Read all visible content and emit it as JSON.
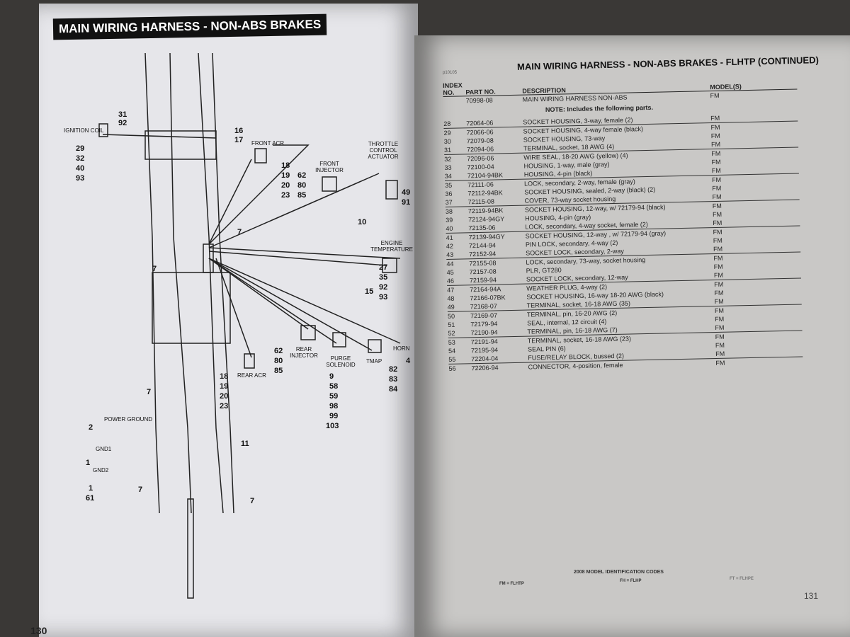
{
  "left_page": {
    "title": "MAIN WIRING HARNESS - NON-ABS BRAKES",
    "page_number": "130",
    "labels": {
      "ignition_coil": "IGNITION COIL",
      "ign_nums": [
        "31",
        "92",
        "29",
        "32",
        "40",
        "93"
      ],
      "front_acr": "FRONT ACR",
      "front_acr_nums": [
        "18",
        "19",
        "20",
        "23"
      ],
      "front_injector": "FRONT INJECTOR",
      "front_inj_nums": [
        "62",
        "80",
        "85"
      ],
      "throttle": "THROTTLE CONTROL ACTUATOR",
      "throttle_nums": [
        "49",
        "91"
      ],
      "n16": "16",
      "n17": "17",
      "n10": "10",
      "n7": "7",
      "engine_temp": "ENGINE TEMPERATURE",
      "et_nums": [
        "27",
        "35",
        "92",
        "93"
      ],
      "n15": "15",
      "rear_injector": "REAR INJECTOR",
      "rear_inj_nums": [
        "62",
        "80",
        "85"
      ],
      "purge": "PURGE SOLENOID",
      "purge_nums": [
        "9",
        "58",
        "59",
        "98",
        "99",
        "103"
      ],
      "tmap": "TMAP",
      "tmap_nums": [
        "82",
        "83",
        "84"
      ],
      "horn": "HORN",
      "n4": "4",
      "rear_acr": "REAR ACR",
      "rear_acr_nums": [
        "18",
        "19",
        "20",
        "23"
      ],
      "power_ground": "POWER GROUND",
      "n2": "2",
      "gnd1": "GND1",
      "n1": "1",
      "gnd2": "GND2",
      "n1b": "1",
      "n61": "61",
      "n11": "11"
    }
  },
  "right_page": {
    "title": "MAIN WIRING HARNESS - NON-ABS BRAKES - FLHTP (CONTINUED)",
    "code": "p10105",
    "headers": {
      "index": "INDEX NO.",
      "part": "PART NO.",
      "description": "DESCRIPTION",
      "models": "MODEL(S)"
    },
    "main": {
      "index": "",
      "part": "70998-08",
      "description": "MAIN WIRING HARNESS NON-ABS",
      "models": "FM"
    },
    "note": "NOTE: Includes the following parts.",
    "rows": [
      [
        "28",
        "72064-06",
        "SOCKET HOUSING, 3-way, female (2)",
        "FM"
      ],
      [
        "29",
        "72066-06",
        "SOCKET HOUSING, 4-way female (black)",
        "FM"
      ],
      [
        "30",
        "72079-08",
        "SOCKET HOUSING, 73-way",
        "FM"
      ],
      [
        "31",
        "72094-06",
        "TERMINAL, socket, 18 AWG (4)",
        "FM"
      ],
      [
        "32",
        "72096-06",
        "WIRE SEAL, 18-20 AWG (yellow) (4)",
        "FM"
      ],
      [
        "33",
        "72100-04",
        "HOUSING, 1-way, male (gray)",
        "FM"
      ],
      [
        "34",
        "72104-94BK",
        "HOUSING, 4-pin (black)",
        "FM"
      ],
      [
        "35",
        "72111-06",
        "LOCK, secondary, 2-way, female (gray)",
        "FM"
      ],
      [
        "36",
        "72112-94BK",
        "SOCKET HOUSING, sealed, 2-way (black) (2)",
        "FM"
      ],
      [
        "37",
        "72115-08",
        "COVER, 73-way socket housing",
        "FM"
      ],
      [
        "38",
        "72119-94BK",
        "SOCKET HOUSING, 12-way, w/ 72179-94 (black)",
        "FM"
      ],
      [
        "39",
        "72124-94GY",
        "HOUSING, 4-pin (gray)",
        "FM"
      ],
      [
        "40",
        "72135-06",
        "LOCK, secondary, 4-way socket, female (2)",
        "FM"
      ],
      [
        "41",
        "72139-94GY",
        "SOCKET HOUSING, 12-way , w/ 72179-94 (gray)",
        "FM"
      ],
      [
        "42",
        "72144-94",
        "PIN LOCK, secondary, 4-way (2)",
        "FM"
      ],
      [
        "43",
        "72152-94",
        "SOCKET LOCK, secondary, 2-way",
        "FM"
      ],
      [
        "44",
        "72155-08",
        "LOCK, secondary, 73-way, socket housing",
        "FM"
      ],
      [
        "45",
        "72157-08",
        "PLR, GT280",
        "FM"
      ],
      [
        "46",
        "72159-94",
        "SOCKET LOCK, secondary, 12-way",
        "FM"
      ],
      [
        "47",
        "72164-94A",
        "WEATHER PLUG, 4-way (2)",
        "FM"
      ],
      [
        "48",
        "72166-07BK",
        "SOCKET HOUSING, 16-way 18-20 AWG (black)",
        "FM"
      ],
      [
        "49",
        "72168-07",
        "TERMINAL, socket, 16-18 AWG (35)",
        "FM"
      ],
      [
        "50",
        "72169-07",
        "TERMINAL, pin, 16-20 AWG (2)",
        "FM"
      ],
      [
        "51",
        "72179-94",
        "SEAL, internal, 12 circuit (4)",
        "FM"
      ],
      [
        "52",
        "72190-94",
        "TERMINAL, pin, 16-18 AWG (7)",
        "FM"
      ],
      [
        "53",
        "72191-94",
        "TERMINAL, socket, 16-18 AWG (23)",
        "FM"
      ],
      [
        "54",
        "72195-94",
        "SEAL PIN (6)",
        "FM"
      ],
      [
        "55",
        "72204-04",
        "FUSE/RELAY BLOCK, bussed (2)",
        "FM"
      ],
      [
        "56",
        "72206-94",
        "CONNECTOR, 4-position, female",
        "FM"
      ]
    ],
    "footer": {
      "heading": "2008 MODEL IDENTIFICATION CODES",
      "codes": [
        "FM = FLHTP",
        "FH = FLHP",
        "FT = FLHPE"
      ]
    },
    "page_number": "131"
  }
}
